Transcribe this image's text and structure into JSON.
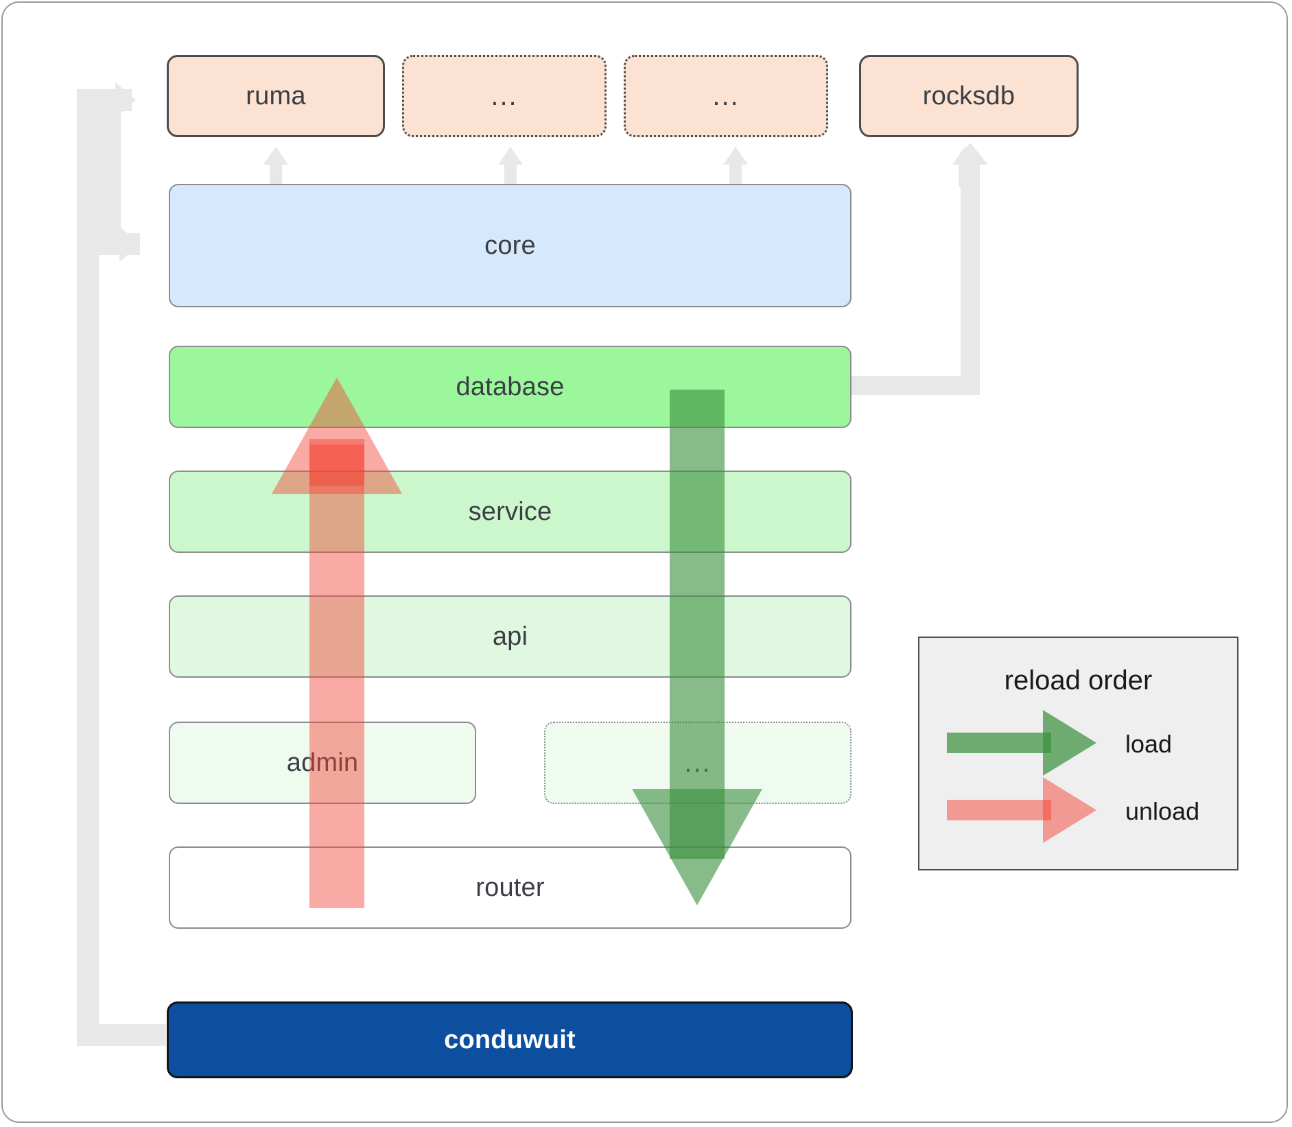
{
  "diagram": {
    "title": "conduwuit crate layer / reload order diagram",
    "colors": {
      "dependency_fill": "#fce2d2",
      "dependency_border": "#4d4d4d",
      "core_fill": "#d6e8fb",
      "layer_border": "#8a8e90",
      "root_fill": "#0b4f9e",
      "root_text": "#ffffff",
      "connector": "#e8e8e8",
      "load_arrow": "#388e3c",
      "unload_arrow": "#f44336",
      "legend_fill": "#efefef",
      "frame_border": "#9a9a9a"
    },
    "dependencies": [
      {
        "label": "ruma",
        "style": "solid"
      },
      {
        "label": "...",
        "style": "dotted"
      },
      {
        "label": "...",
        "style": "dotted"
      },
      {
        "label": "rocksdb",
        "style": "solid"
      }
    ],
    "core": {
      "label": "core"
    },
    "layers": [
      {
        "label": "database",
        "style": "solid",
        "shade": "strong"
      },
      {
        "label": "service",
        "style": "solid",
        "shade": "medium"
      },
      {
        "label": "api",
        "style": "solid",
        "shade": "light"
      }
    ],
    "bottom_row": [
      {
        "label": "admin",
        "style": "solid"
      },
      {
        "label": "...",
        "style": "dotted"
      }
    ],
    "router": {
      "label": "router"
    },
    "root": {
      "label": "conduwuit"
    },
    "legend": {
      "title": "reload order",
      "entries": [
        {
          "label": "load",
          "color": "#388e3c"
        },
        {
          "label": "unload",
          "color": "#f44336"
        }
      ]
    }
  }
}
